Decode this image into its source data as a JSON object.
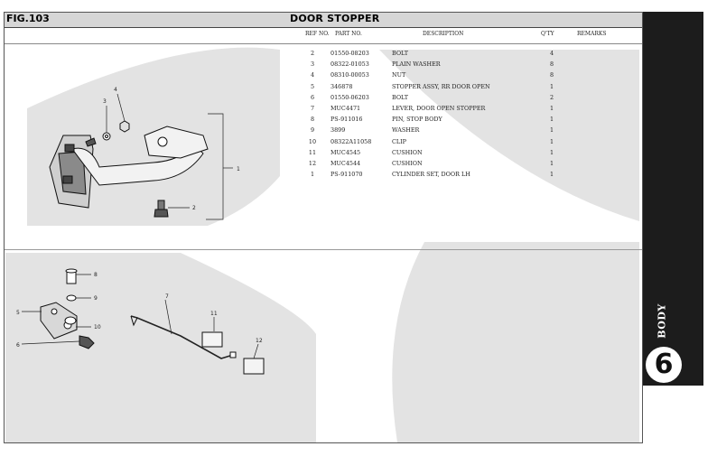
{
  "header": {
    "fig": "FIG.103",
    "title": "DOOR STOPPER"
  },
  "table": {
    "columns": {
      "ref_no": "REF NO.",
      "part_no": "PART NO.",
      "description": "DESCRIPTION",
      "qty": "Q'TY",
      "remarks": "REMARKS"
    },
    "rows": [
      {
        "ref": "2",
        "part": "01550-08203",
        "desc": "BOLT",
        "qty": "4"
      },
      {
        "ref": "3",
        "part": "08322-01053",
        "desc": "PLAIN WASHER",
        "qty": "8"
      },
      {
        "ref": "4",
        "part": "08310-00053",
        "desc": "NUT",
        "qty": "8"
      },
      {
        "ref": "5",
        "part": "346878",
        "desc": "STOPPER ASSY, RR DOOR OPEN",
        "qty": "1"
      },
      {
        "ref": "6",
        "part": "01550-06203",
        "desc": "BOLT",
        "qty": "2"
      },
      {
        "ref": "7",
        "part": "MUC4471",
        "desc": "LEVER, DOOR OPEN STOPPER",
        "qty": "1"
      },
      {
        "ref": "8",
        "part": "PS-911016",
        "desc": "PIN, STOP BODY",
        "qty": "1"
      },
      {
        "ref": "9",
        "part": "3899",
        "desc": "WASHER",
        "qty": "1"
      },
      {
        "ref": "10",
        "part": "08322A11058",
        "desc": "CLIP",
        "qty": "1"
      },
      {
        "ref": "11",
        "part": "MUC4545",
        "desc": "CUSHION",
        "qty": "1"
      },
      {
        "ref": "12",
        "part": "MUC4544",
        "desc": "CUSHION",
        "qty": "1"
      },
      {
        "ref": "1",
        "part": "PS-911070",
        "desc": "CYLINDER SET, DOOR LH",
        "qty": "1"
      }
    ]
  },
  "callouts": {
    "c1": "1",
    "c2": "2",
    "c3": "3",
    "c4": "4",
    "c5": "5",
    "c6": "6",
    "c7": "7",
    "c8": "8",
    "c9": "9",
    "c10": "10",
    "c11": "11",
    "c12": "12"
  },
  "sidebar": {
    "section": "BODY",
    "number": "6"
  },
  "colors": {
    "sidebar": "#1c1c1c",
    "header": "#d6d6d6",
    "background_shape": "#e3e3e3"
  }
}
